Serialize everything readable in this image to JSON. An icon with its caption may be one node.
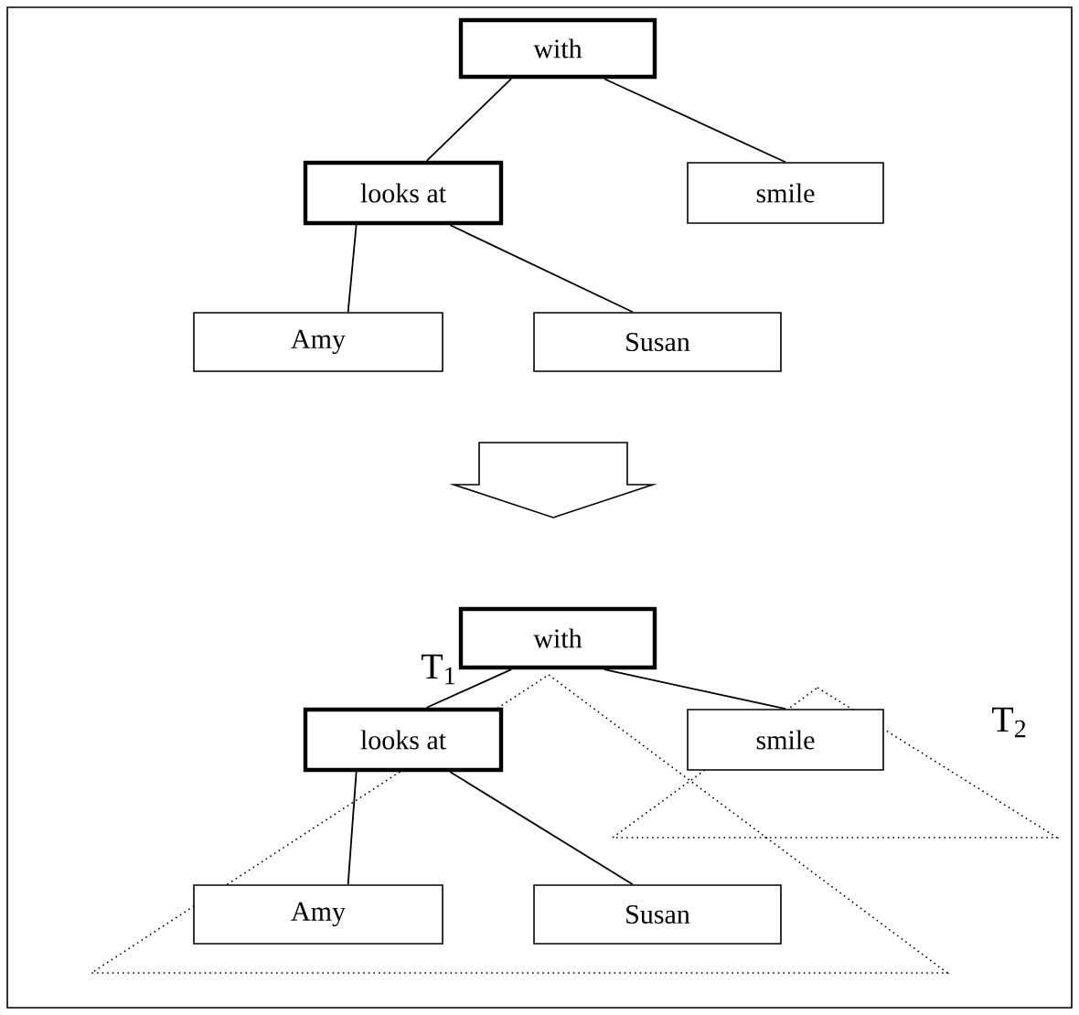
{
  "diagram": {
    "nodes": [
      {
        "text": [
          "with"
        ]
      },
      {
        "text": [
          "looks at"
        ]
      },
      {
        "text": [
          "smile"
        ]
      },
      {
        "text": [
          "Amy"
        ]
      },
      {
        "text": [
          "Susan"
        ]
      },
      {
        "text": [
          "with"
        ]
      },
      {
        "text": [
          "looks at"
        ]
      },
      {
        "text": [
          "smile"
        ]
      },
      {
        "text": [
          "Amy"
        ]
      },
      {
        "text": [
          "Susan"
        ]
      }
    ],
    "edges": [
      {
        "from": 0,
        "to": 1,
        "arrow": "none"
      },
      {
        "from": 0,
        "to": 2,
        "arrow": "none"
      },
      {
        "from": 1,
        "to": 3,
        "arrow": "none"
      },
      {
        "from": 1,
        "to": 4,
        "arrow": "none"
      },
      {
        "from": 5,
        "to": 6,
        "arrow": "none"
      },
      {
        "from": 5,
        "to": 7,
        "arrow": "none"
      },
      {
        "from": 6,
        "to": 8,
        "arrow": "none"
      },
      {
        "from": 6,
        "to": 9,
        "arrow": "none"
      }
    ],
    "labels": [
      "T$_{1}$",
      "T$_{2}$"
    ]
  }
}
